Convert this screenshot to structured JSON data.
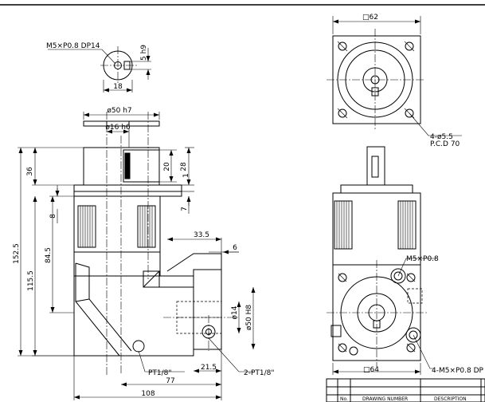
{
  "labels": {
    "tap_thread": "M5×P0.8 DP14",
    "tap_dim_5h9": "5 h9",
    "tap_dim_18": "18",
    "shaft_dia_50": "ø50 h7",
    "shaft_dia_16": "ø16 h6",
    "dim_36": "36",
    "dim_20": "20",
    "dim_28": "28",
    "dim_1": "1",
    "dim_7": "7",
    "dim_8": "8",
    "dim_84_5": "84.5",
    "dim_152_5": "152.5",
    "dim_115_5": "115.5",
    "dim_33_5": "33.5",
    "dim_6": "6",
    "dim_14": "ø14",
    "dim_50h8": "ø50 H8",
    "dim_21_5": "21.5",
    "dim_77": "77",
    "dim_108": "108",
    "port_left": "PT1/8\"",
    "port_right": "2-PT1/8\"",
    "top_square": "□62",
    "holes_top": "4-ø5.5",
    "pcd": "P.C.D 70",
    "right_thread": "M5×P0.8",
    "bottom_holes": "4-M5×P0.8 DP",
    "bottom_square": "□64",
    "tb_no": "No.",
    "tb_drawing_number": "DRAWING NUMBER",
    "tb_description": "DESCRIPTION"
  }
}
